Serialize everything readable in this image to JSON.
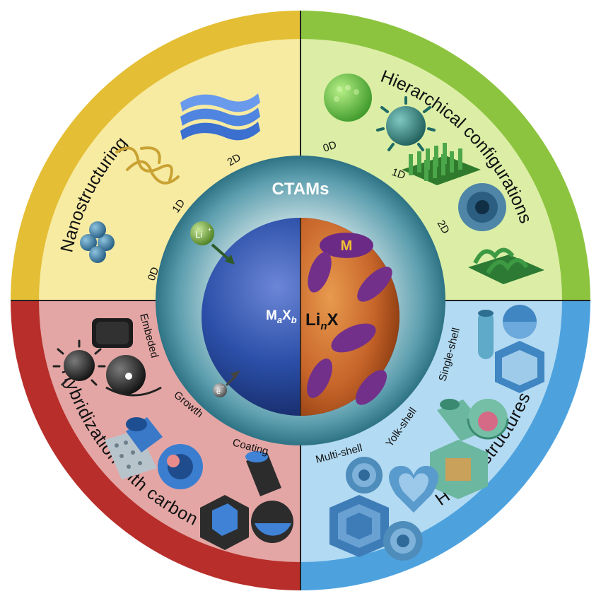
{
  "center": {
    "title": "CTAMs",
    "left_formula": {
      "m": "M",
      "a": "a",
      "x": "X",
      "b": "b"
    },
    "right_formula": {
      "li": "Li",
      "n": "n",
      "x": "X"
    },
    "metal_label": "M",
    "li_ion": "Li",
    "li_sup": "+",
    "electron": "e",
    "electron_sup": "-"
  },
  "quadrants": {
    "nanostructuring": {
      "title": "Nanostructuring",
      "labels": [
        "0D",
        "1D",
        "2D"
      ],
      "color": "#E8C43A"
    },
    "hierarchical": {
      "title": "Hierarchical configurations",
      "labels": [
        "0D",
        "1D",
        "2D"
      ],
      "color": "#8DC63F"
    },
    "hybridization": {
      "title": "Hybridization with carbon",
      "labels": [
        "Embeded",
        "Growth",
        "Coating"
      ],
      "color": "#C4302B"
    },
    "hollow": {
      "title": "Hollow structures",
      "labels": [
        "Single-shell",
        "Yolk-shell",
        "Multi-shell"
      ],
      "color": "#4FA3DE"
    }
  },
  "colors": {
    "blue_sphere": "#2B4FA8",
    "orange_sphere": "#C7652A",
    "purple_ellipse": "#7A2E8E",
    "hub_teal": "#3E8CA0"
  }
}
